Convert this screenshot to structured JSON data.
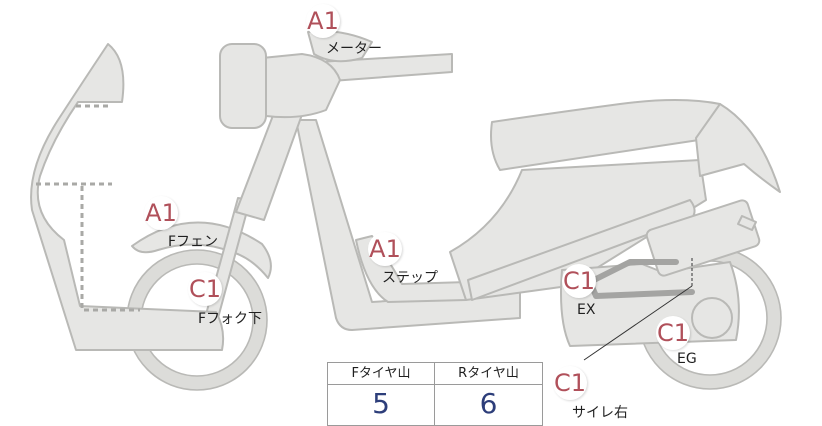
{
  "markers": [
    {
      "code": "A1",
      "label": "メーター"
    },
    {
      "code": "A1",
      "label": "Fフェン"
    },
    {
      "code": "A1",
      "label": "ステップ"
    },
    {
      "code": "C1",
      "label": "Fフォク下"
    },
    {
      "code": "C1",
      "label": "EX"
    },
    {
      "code": "C1",
      "label": "EG"
    },
    {
      "code": "C1",
      "label": "サイレ右"
    }
  ],
  "tread_table": {
    "front_header": "Fタイヤ山",
    "rear_header": "Rタイヤ山",
    "front_value": "5",
    "rear_value": "6"
  },
  "colors": {
    "body": "#e6e6e4",
    "outline": "#b9b9b6",
    "badge_text": "#b0505a",
    "value_text": "#2d3e7a"
  }
}
